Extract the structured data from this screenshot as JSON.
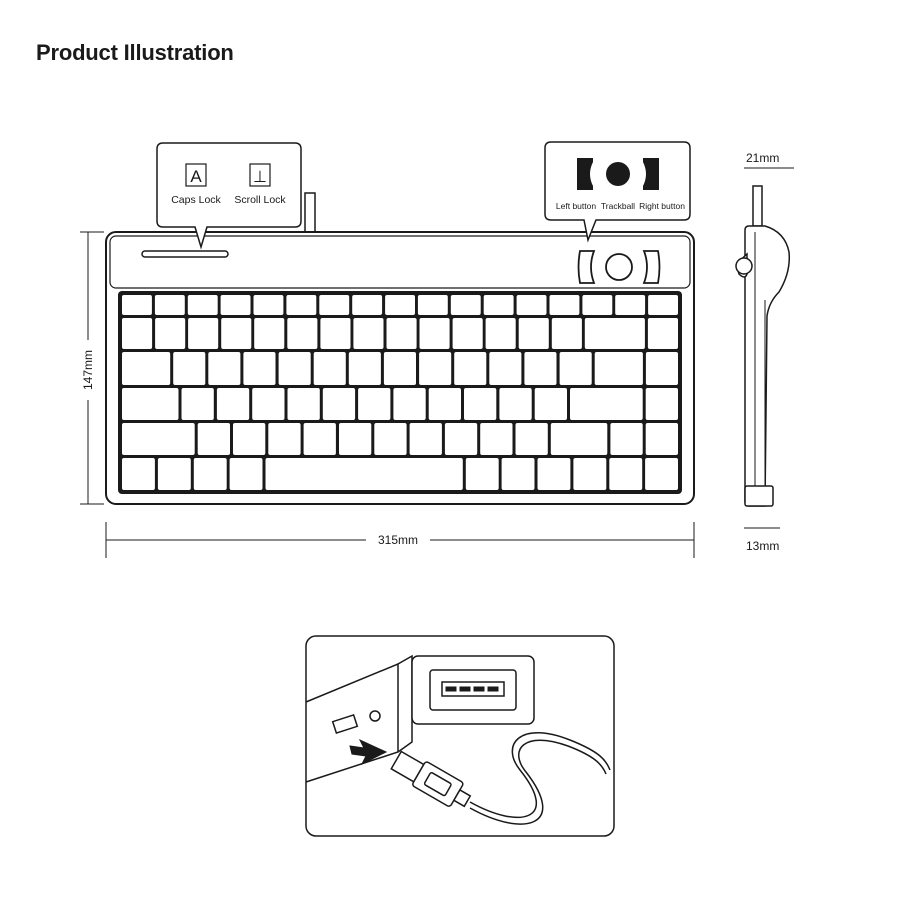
{
  "title": "Product Illustration",
  "colors": {
    "line": "#1a1a1a",
    "background": "#ffffff"
  },
  "indicators": {
    "caps_lock": {
      "label": "Caps Lock",
      "glyph": "A"
    },
    "scroll_lock": {
      "label": "Scroll Lock",
      "glyph": "⊥"
    }
  },
  "pointing": {
    "left_button": "Left button",
    "trackball": "Trackball",
    "right_button": "Right button"
  },
  "dimensions": {
    "width": "315mm",
    "height": "147mm",
    "side_top": "21mm",
    "side_bottom": "13mm"
  },
  "icons": [
    "usb-port-icon",
    "usb-plug-icon",
    "arrow-icon",
    "trackball-icon"
  ]
}
